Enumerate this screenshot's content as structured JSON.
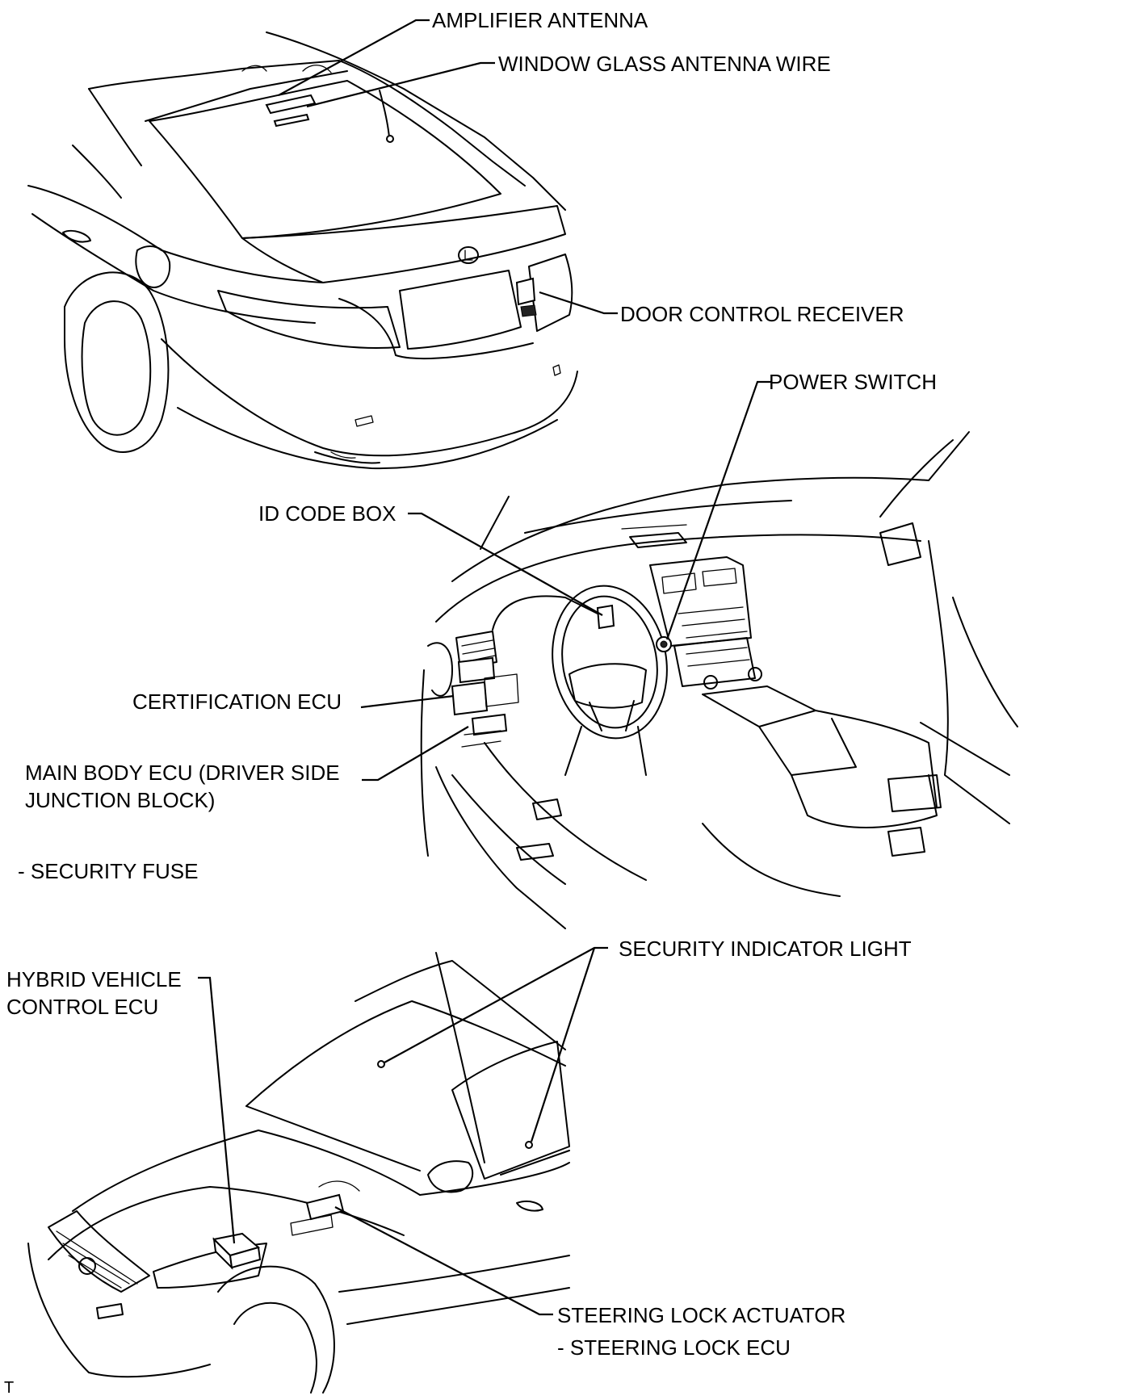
{
  "labels": {
    "amplifier_antenna": "AMPLIFIER ANTENNA",
    "window_glass_antenna_wire": "WINDOW GLASS ANTENNA WIRE",
    "door_control_receiver": "DOOR CONTROL RECEIVER",
    "power_switch": "POWER SWITCH",
    "id_code_box": "ID CODE BOX",
    "certification_ecu": "CERTIFICATION ECU",
    "main_body_ecu_line1": "MAIN BODY ECU (DRIVER SIDE",
    "main_body_ecu_line2": "JUNCTION BLOCK)",
    "security_fuse": "- SECURITY FUSE",
    "security_indicator_light": "SECURITY INDICATOR LIGHT",
    "hybrid_vehicle_line1": "HYBRID VEHICLE",
    "hybrid_vehicle_line2": "CONTROL ECU",
    "steering_lock_actuator": "STEERING LOCK ACTUATOR",
    "steering_lock_ecu": "- STEERING LOCK ECU",
    "corner_mark": "T"
  }
}
